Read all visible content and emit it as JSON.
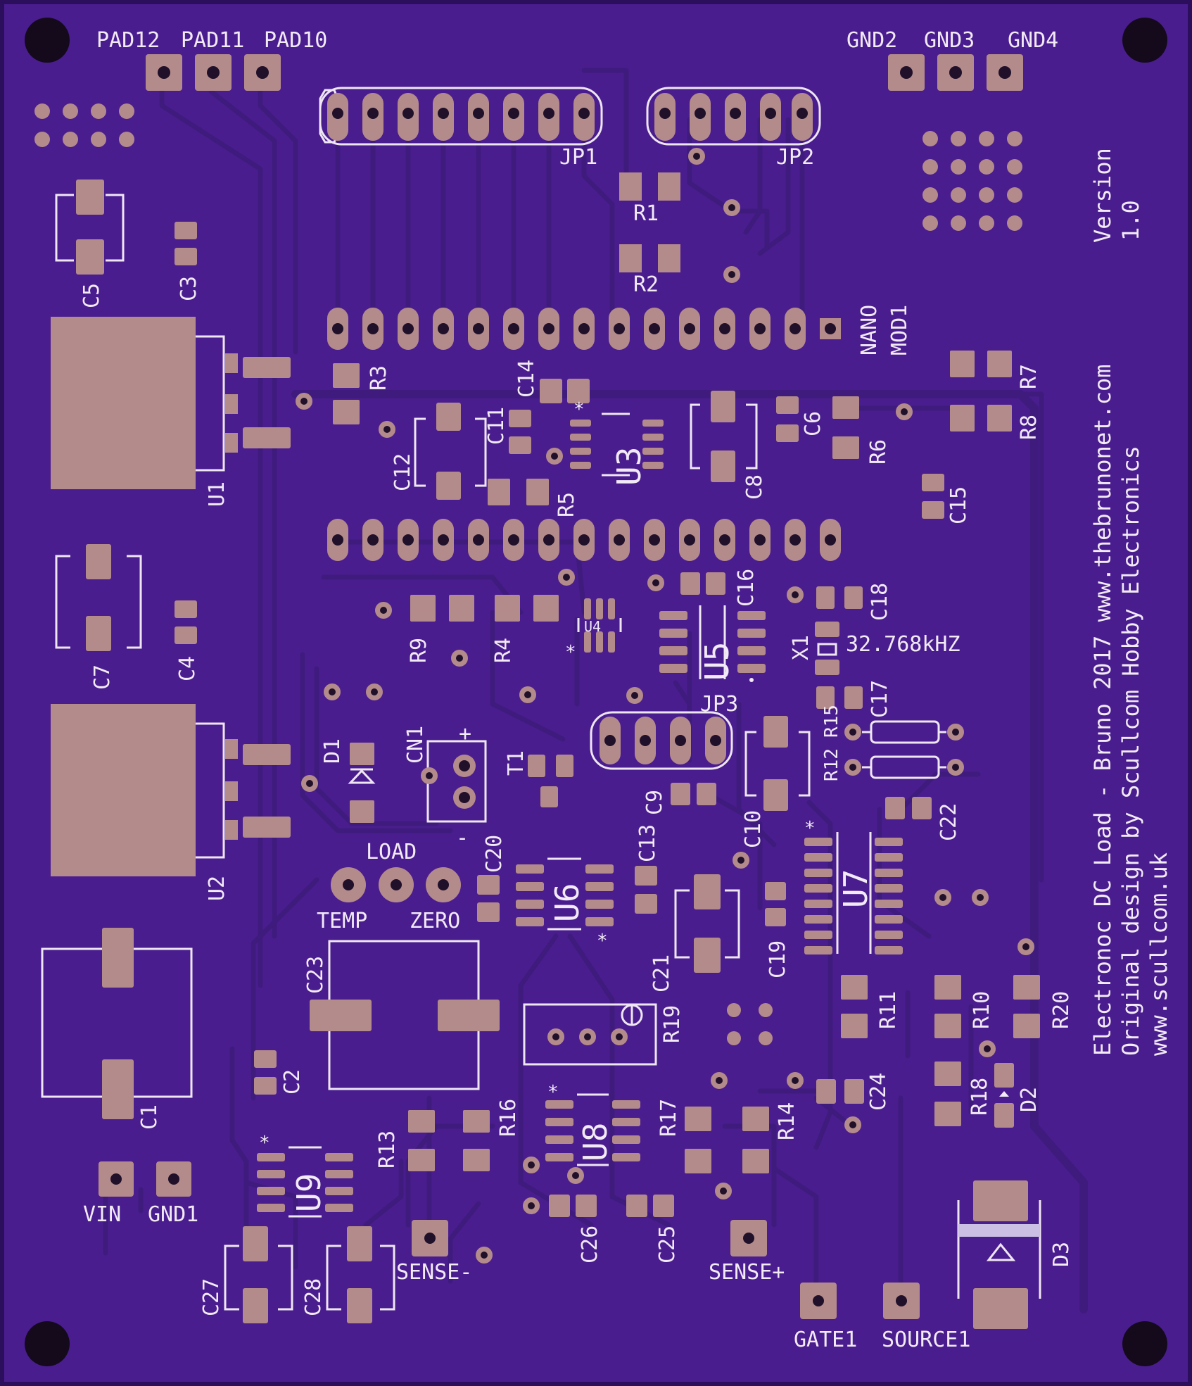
{
  "board": {
    "background": "#4a1d8f",
    "pad_color": "#b48b8b",
    "silk_color": "#f2eaf5"
  },
  "headers": {
    "pads_top": [
      "PAD12",
      "PAD11",
      "PAD10"
    ],
    "gnds_top": [
      "GND2",
      "GND3",
      "GND4"
    ],
    "jp1": "JP1",
    "jp2": "JP2",
    "jp3": "JP3",
    "nano_line1": "NANO",
    "nano_line2": "MOD1"
  },
  "components": {
    "resistors": [
      "R1",
      "R2",
      "R3",
      "R4",
      "R5",
      "R6",
      "R7",
      "R8",
      "R9",
      "R10",
      "R11",
      "R12",
      "R13",
      "R14",
      "R15",
      "R16",
      "R17",
      "R18",
      "R19",
      "R20"
    ],
    "capacitors": [
      "C1",
      "C2",
      "C3",
      "C4",
      "C5",
      "C6",
      "C7",
      "C8",
      "C9",
      "C10",
      "C11",
      "C12",
      "C13",
      "C14",
      "C15",
      "C16",
      "C17",
      "C18",
      "C19",
      "C20",
      "C21",
      "C22",
      "C23",
      "C24",
      "C25",
      "C26",
      "C27",
      "C28"
    ],
    "ics": [
      "U1",
      "U2",
      "U3",
      "U4",
      "U5",
      "U6",
      "U7",
      "U8",
      "U9"
    ],
    "diodes": [
      "D1",
      "D2",
      "D3"
    ],
    "other": [
      "CN1",
      "T1",
      "X1"
    ],
    "crystal_freq": "32.768kHZ",
    "cn_plus": "+",
    "cn_minus": "-"
  },
  "connectors": {
    "load": "LOAD",
    "temp": "TEMP",
    "zero": "ZERO",
    "vin": "VIN",
    "gnd1": "GND1",
    "sense_minus": "SENSE-",
    "sense_plus": "SENSE+",
    "gate": "GATE1",
    "source": "SOURCE1"
  },
  "credits": {
    "version_line1": "Version",
    "version_line2": "1.0",
    "line1": "Electronoc DC Load - Bruno 2017 www.thebrunonet.com",
    "line2": "Original design by Scullcom Hobby Electronics",
    "line3": "www.scullcom.uk"
  }
}
